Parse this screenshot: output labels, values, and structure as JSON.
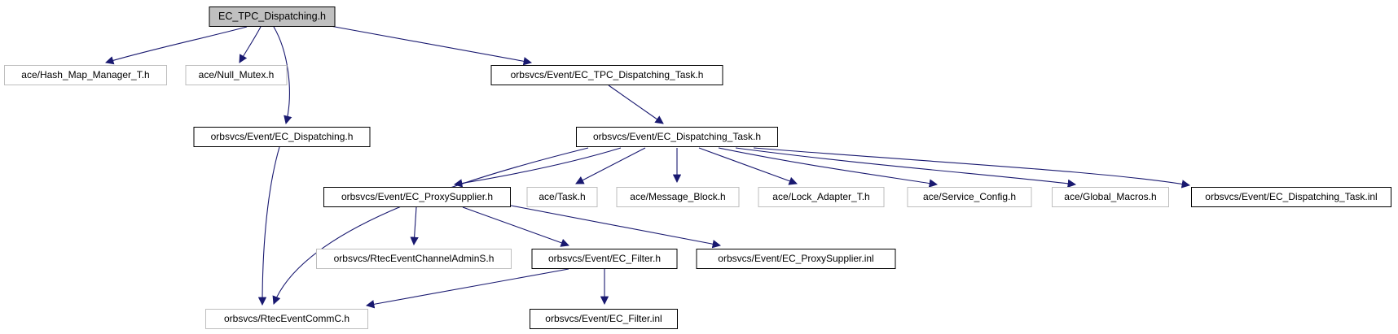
{
  "diagram": {
    "type": "include-dependency-graph",
    "root": "EC_TPC_Dispatching.h",
    "colors": {
      "edge": "#191970",
      "main_fill": "#c0c0c0",
      "internal_border": "#000000",
      "external_border": "#bebebe",
      "node_fill": "#ffffff",
      "text": "#000000",
      "background": "#ffffff"
    },
    "nodes": [
      {
        "id": "tpc_dispatching",
        "label": "EC_TPC_Dispatching.h",
        "variant": "main"
      },
      {
        "id": "hash_map",
        "label": "ace/Hash_Map_Manager_T.h",
        "variant": "external"
      },
      {
        "id": "null_mutex",
        "label": "ace/Null_Mutex.h",
        "variant": "external"
      },
      {
        "id": "tpc_task",
        "label": "orbsvcs/Event/EC_TPC_Dispatching_Task.h",
        "variant": "internal"
      },
      {
        "id": "dispatching",
        "label": "orbsvcs/Event/EC_Dispatching.h",
        "variant": "internal"
      },
      {
        "id": "task",
        "label": "orbsvcs/Event/EC_Dispatching_Task.h",
        "variant": "internal"
      },
      {
        "id": "proxy_supplier",
        "label": "orbsvcs/Event/EC_ProxySupplier.h",
        "variant": "internal"
      },
      {
        "id": "ace_task",
        "label": "ace/Task.h",
        "variant": "external"
      },
      {
        "id": "message_block",
        "label": "ace/Message_Block.h",
        "variant": "external"
      },
      {
        "id": "lock_adapter",
        "label": "ace/Lock_Adapter_T.h",
        "variant": "external"
      },
      {
        "id": "service_config",
        "label": "ace/Service_Config.h",
        "variant": "external"
      },
      {
        "id": "global_macros",
        "label": "ace/Global_Macros.h",
        "variant": "external"
      },
      {
        "id": "task_inl",
        "label": "orbsvcs/Event/EC_Dispatching_Task.inl",
        "variant": "internal"
      },
      {
        "id": "admin_s",
        "label": "orbsvcs/RtecEventChannelAdminS.h",
        "variant": "external"
      },
      {
        "id": "filter",
        "label": "orbsvcs/Event/EC_Filter.h",
        "variant": "internal"
      },
      {
        "id": "proxy_supplier_inl",
        "label": "orbsvcs/Event/EC_ProxySupplier.inl",
        "variant": "internal"
      },
      {
        "id": "comm_c",
        "label": "orbsvcs/RtecEventCommC.h",
        "variant": "external"
      },
      {
        "id": "filter_inl",
        "label": "orbsvcs/Event/EC_Filter.inl",
        "variant": "internal"
      }
    ],
    "edges": [
      {
        "from": "tpc_dispatching",
        "to": "hash_map"
      },
      {
        "from": "tpc_dispatching",
        "to": "null_mutex"
      },
      {
        "from": "tpc_dispatching",
        "to": "dispatching"
      },
      {
        "from": "tpc_dispatching",
        "to": "tpc_task"
      },
      {
        "from": "tpc_task",
        "to": "task"
      },
      {
        "from": "dispatching",
        "to": "comm_c"
      },
      {
        "from": "task",
        "to": "proxy_supplier"
      },
      {
        "from": "task",
        "to": "ace_task"
      },
      {
        "from": "task",
        "to": "message_block"
      },
      {
        "from": "task",
        "to": "lock_adapter"
      },
      {
        "from": "task",
        "to": "service_config"
      },
      {
        "from": "task",
        "to": "global_macros"
      },
      {
        "from": "task",
        "to": "task_inl"
      },
      {
        "from": "task",
        "to": "comm_c"
      },
      {
        "from": "proxy_supplier",
        "to": "admin_s"
      },
      {
        "from": "proxy_supplier",
        "to": "filter"
      },
      {
        "from": "proxy_supplier",
        "to": "proxy_supplier_inl"
      },
      {
        "from": "filter",
        "to": "filter_inl"
      },
      {
        "from": "filter",
        "to": "comm_c"
      }
    ]
  }
}
